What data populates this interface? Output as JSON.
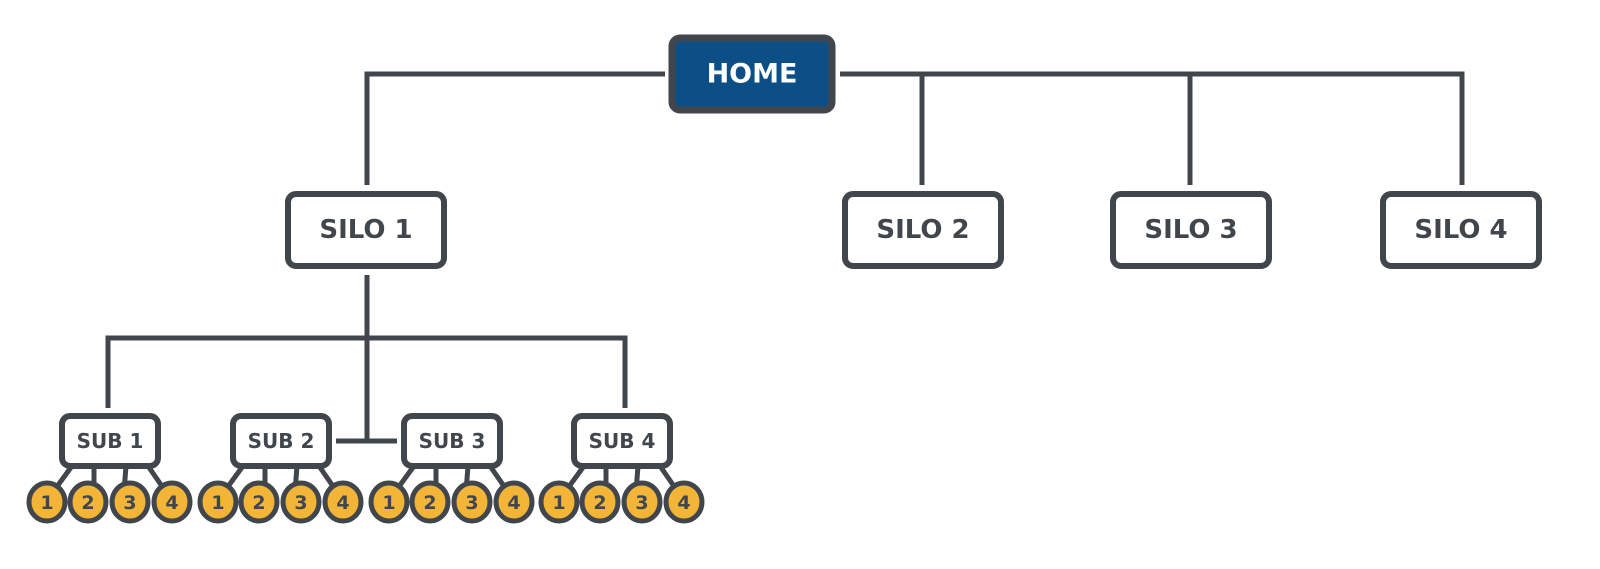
{
  "colors": {
    "line": "#41464d",
    "home_fill": "#0b4f86",
    "home_text": "#ffffff",
    "leaf_fill": "#f2b538",
    "box_fill": "#ffffff"
  },
  "home": {
    "label": "HOME"
  },
  "silos": [
    {
      "label": "SILO 1",
      "subs": [
        {
          "label": "SUB 1",
          "pages": [
            "1",
            "2",
            "3",
            "4"
          ]
        },
        {
          "label": "SUB 2",
          "pages": [
            "1",
            "2",
            "3",
            "4"
          ]
        },
        {
          "label": "SUB 3",
          "pages": [
            "1",
            "2",
            "3",
            "4"
          ]
        },
        {
          "label": "SUB 4",
          "pages": [
            "1",
            "2",
            "3",
            "4"
          ]
        }
      ]
    },
    {
      "label": "SILO 2",
      "subs": []
    },
    {
      "label": "SILO 3",
      "subs": []
    },
    {
      "label": "SILO 4",
      "subs": []
    }
  ]
}
